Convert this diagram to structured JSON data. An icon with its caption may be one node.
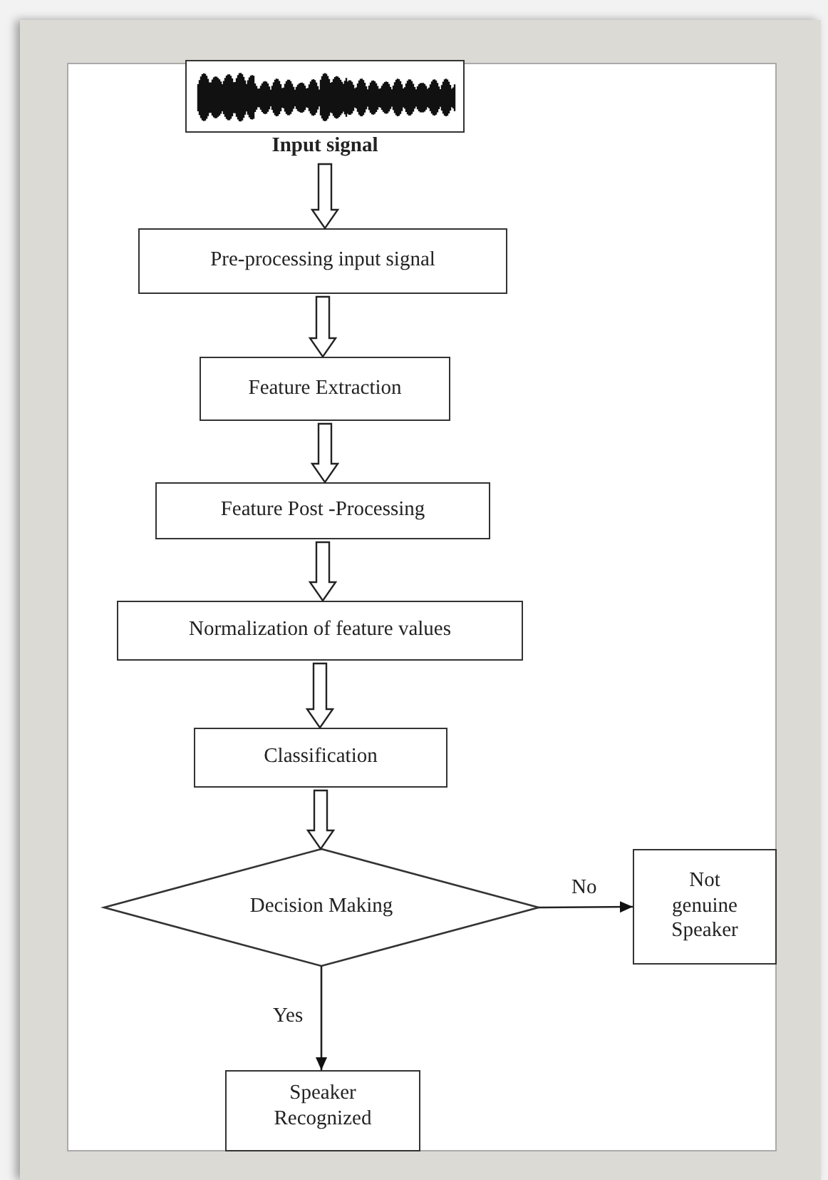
{
  "diagram": {
    "nodes": [
      {
        "text": [
          "Input signal"
        ]
      },
      {
        "text": [
          "Pre-processing input signal"
        ]
      },
      {
        "text": [
          "Feature Extraction"
        ]
      },
      {
        "text": [
          "Feature Post -Processing"
        ]
      },
      {
        "text": [
          "Normalization of feature values"
        ]
      },
      {
        "text": [
          "Classification"
        ]
      },
      {
        "text": [
          "Decision Making"
        ]
      },
      {
        "text": [
          "Not genuine Speaker"
        ]
      },
      {
        "text": [
          "Speaker Recognized"
        ]
      }
    ],
    "edges": [
      {
        "from": 0,
        "to": 1,
        "arrow": "to",
        "style": "thick"
      },
      {
        "from": 1,
        "to": 2,
        "arrow": "to",
        "style": "thick"
      },
      {
        "from": 2,
        "to": 3,
        "arrow": "to",
        "style": "thick"
      },
      {
        "from": 3,
        "to": 4,
        "arrow": "to",
        "style": "thick"
      },
      {
        "from": 4,
        "to": 5,
        "arrow": "to",
        "style": "thick"
      },
      {
        "from": 5,
        "to": 6,
        "arrow": "to",
        "style": "thick"
      },
      {
        "from": 6,
        "to": 7,
        "arrow": "to",
        "label": "No"
      },
      {
        "from": 6,
        "to": 8,
        "arrow": "to",
        "label": "Yes"
      }
    ]
  }
}
